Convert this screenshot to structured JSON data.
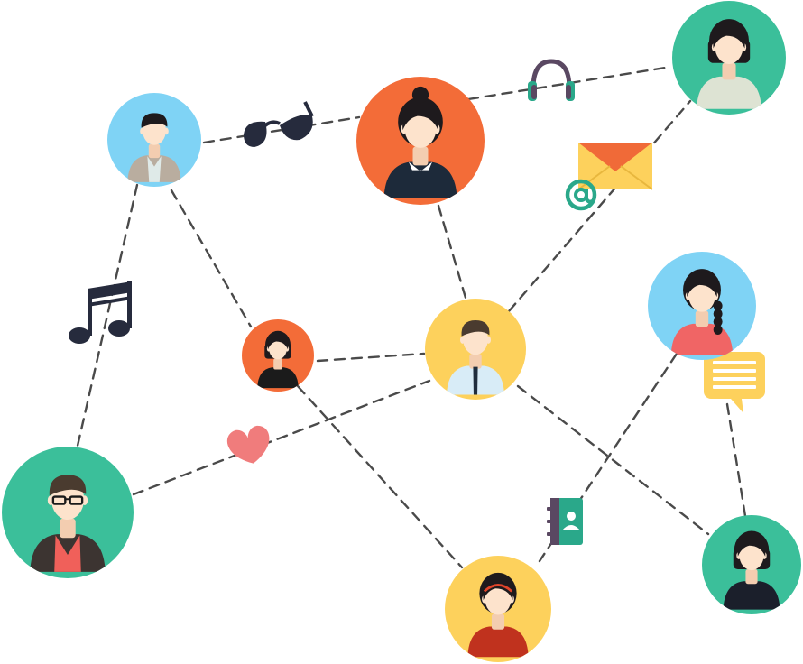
{
  "palette": {
    "line": "#4a4a4a",
    "skin": "#fde3cc",
    "skin_shade": "#f3cdb0",
    "hair_dark": "#1e1a1d",
    "hair_brown": "#4a3b2f",
    "teal": "#3bbf9a",
    "sky": "#7fd3f5",
    "orange": "#f36c38",
    "yellow": "#fdd15c",
    "navy": "#262b3d",
    "pink": "#f07c7c",
    "slate": "#5a4862",
    "mail_top": "#f06a38",
    "mail_body": "#fdd15c",
    "chat": "#fdd15c",
    "teal_icon": "#2aa88a"
  },
  "nodes": [
    {
      "id": "man-vest",
      "bg": "sky",
      "style": "man-vest"
    },
    {
      "id": "woman-bun",
      "bg": "orange",
      "style": "woman-bun"
    },
    {
      "id": "woman-bob",
      "bg": "teal",
      "style": "woman-bob"
    },
    {
      "id": "girl-small",
      "bg": "orange",
      "style": "girl-small"
    },
    {
      "id": "man-tie",
      "bg": "yellow",
      "style": "man-tie"
    },
    {
      "id": "woman-braid",
      "bg": "sky",
      "style": "woman-braid"
    },
    {
      "id": "man-glasses",
      "bg": "teal",
      "style": "man-glasses"
    },
    {
      "id": "woman-headband",
      "bg": "yellow",
      "style": "woman-headband"
    },
    {
      "id": "woman-bob-2",
      "bg": "teal",
      "style": "woman-bob-2"
    }
  ],
  "icons": [
    {
      "id": "sunglasses-icon"
    },
    {
      "id": "headphones-icon"
    },
    {
      "id": "mail-icon"
    },
    {
      "id": "at-sign-icon"
    },
    {
      "id": "music-note-icon"
    },
    {
      "id": "heart-icon"
    },
    {
      "id": "chat-bubble-icon"
    },
    {
      "id": "contact-book-icon"
    }
  ]
}
